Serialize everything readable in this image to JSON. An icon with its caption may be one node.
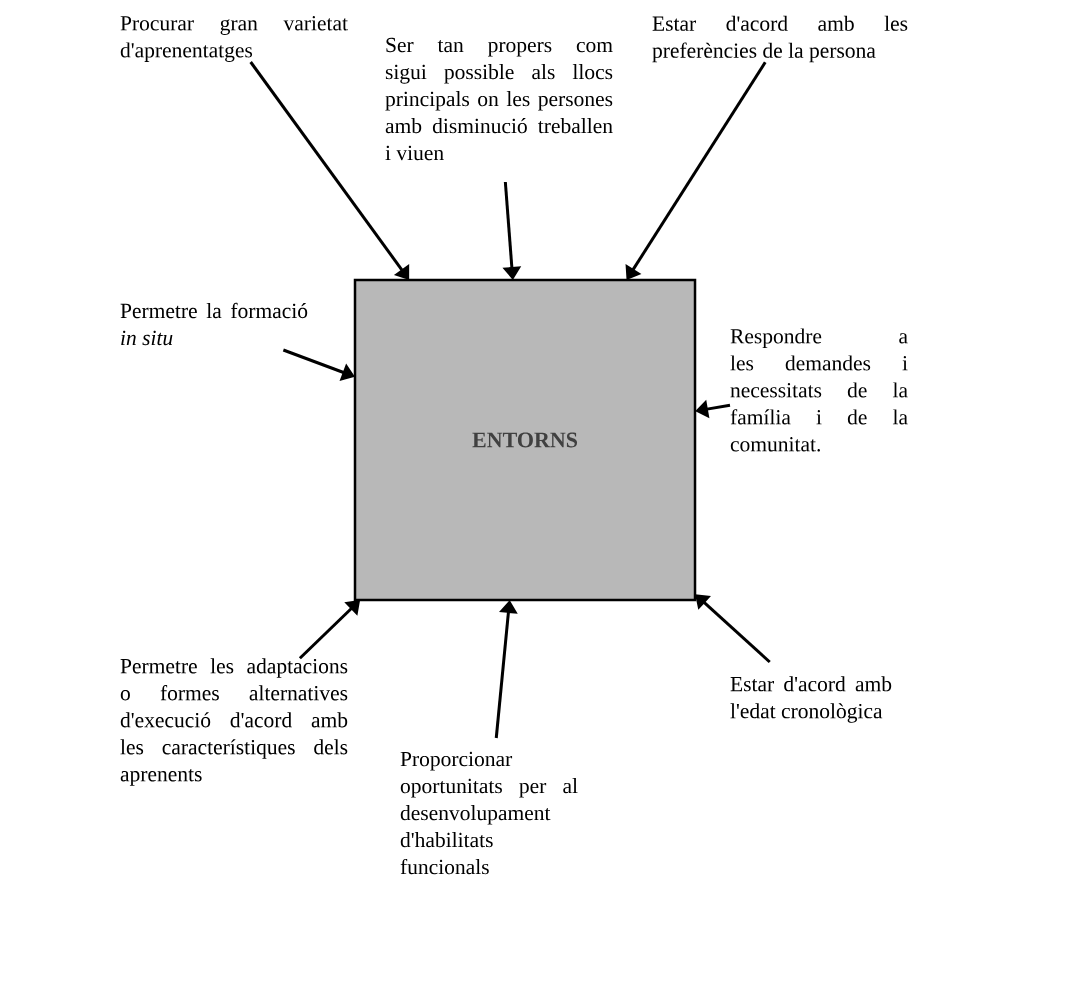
{
  "diagram": {
    "nodes": [
      {
        "text": [
          "Procurar gran varietat d'aprenentatges"
        ]
      },
      {
        "text": [
          "Ser tan propers com sigui possible als llocs principals on les persones amb disminució treballen i viuen"
        ]
      },
      {
        "text": [
          "Estar d'acord amb les preferències de la persona"
        ]
      },
      {
        "text": [
          "Permetre la formació *in situ*"
        ]
      },
      {
        "text": [
          "ENTORNS"
        ]
      },
      {
        "text": [
          "Respondre a les demandes i necessitats de la família i de la comunitat."
        ]
      },
      {
        "text": [
          "Permetre les adaptacions o formes alternatives d'execució d'acord amb les característiques dels aprenents"
        ]
      },
      {
        "text": [
          "Proporcionar oportunitats per al desenvolupament d'habilitats funcionals"
        ]
      },
      {
        "text": [
          "Estar d'acord amb l'edat cronològica"
        ]
      }
    ],
    "edges": [
      {
        "from": 0,
        "to": 4,
        "arrow": "to"
      },
      {
        "from": 1,
        "to": 4,
        "arrow": "to"
      },
      {
        "from": 2,
        "to": 4,
        "arrow": "to"
      },
      {
        "from": 3,
        "to": 4,
        "arrow": "to"
      },
      {
        "from": 5,
        "to": 4,
        "arrow": "to"
      },
      {
        "from": 6,
        "to": 4,
        "arrow": "to"
      },
      {
        "from": 7,
        "to": 4,
        "arrow": "to"
      },
      {
        "from": 8,
        "to": 4,
        "arrow": "to"
      }
    ]
  }
}
